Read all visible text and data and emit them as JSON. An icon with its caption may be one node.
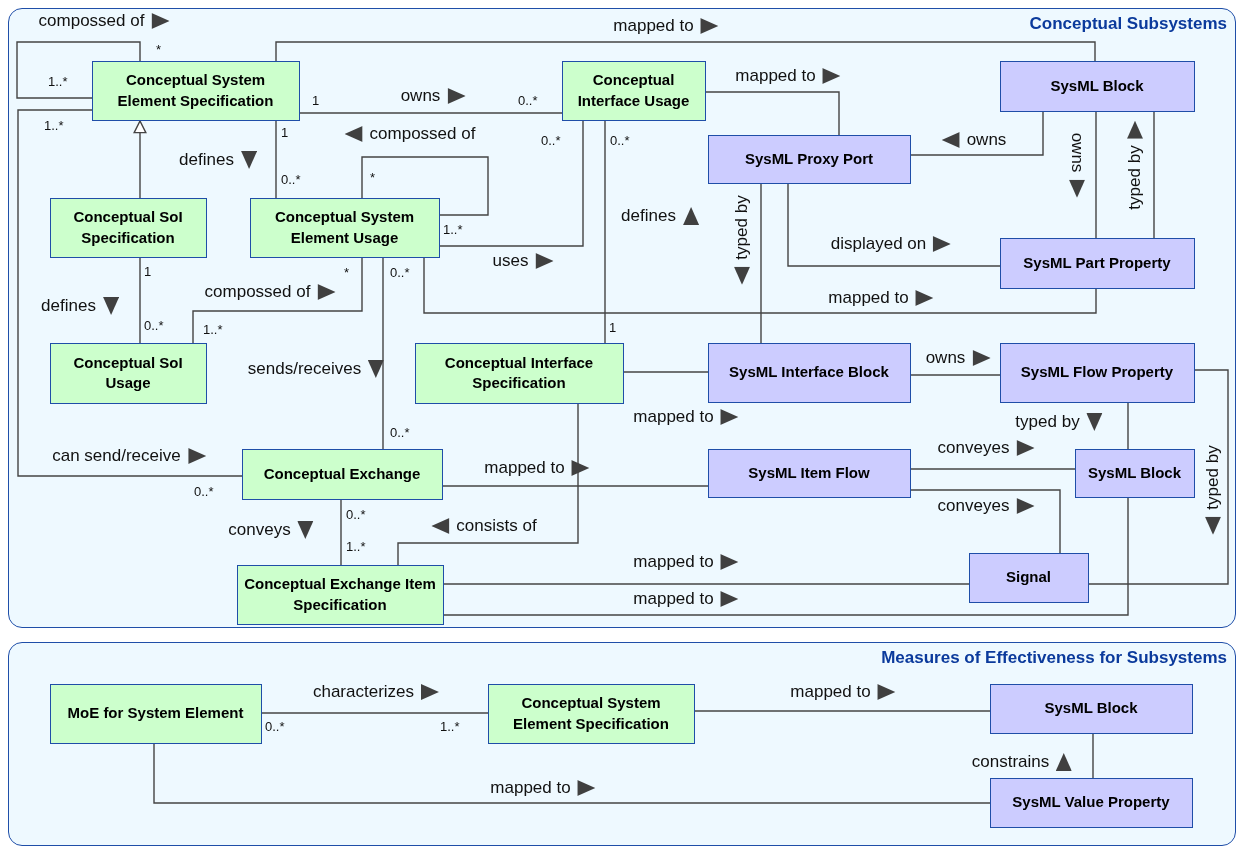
{
  "diagram": {
    "nodes": [
      {
        "text": [
          "Conceptual Subsystems"
        ]
      },
      {
        "text": [
          "Conceptual System Element Specification"
        ],
        "in": 0
      },
      {
        "text": [
          "Conceptual Interface Usage"
        ],
        "in": 0
      },
      {
        "text": [
          "SysML Block"
        ],
        "in": 0
      },
      {
        "text": [
          "SysML Proxy Port"
        ],
        "in": 0
      },
      {
        "text": [
          "Conceptual SoI Specification"
        ],
        "in": 0
      },
      {
        "text": [
          "Conceptual System Element Usage"
        ],
        "in": 0
      },
      {
        "text": [
          "SysML Part Property"
        ],
        "in": 0
      },
      {
        "text": [
          "Conceptual SoI Usage"
        ],
        "in": 0
      },
      {
        "text": [
          "Conceptual Interface Specification"
        ],
        "in": 0
      },
      {
        "text": [
          "SysML Interface Block"
        ],
        "in": 0
      },
      {
        "text": [
          "SysML Flow Property"
        ],
        "in": 0
      },
      {
        "text": [
          "Conceptual Exchange"
        ],
        "in": 0
      },
      {
        "text": [
          "SysML Item Flow"
        ],
        "in": 0
      },
      {
        "text": [
          "SysML Block"
        ],
        "in": 0
      },
      {
        "text": [
          "Signal"
        ],
        "in": 0
      },
      {
        "text": [
          "Conceptual Exchange Item Specification"
        ],
        "in": 0
      },
      {
        "text": [
          "Measures of Effectiveness for Subsystems"
        ]
      },
      {
        "text": [
          "MoE for System Element"
        ],
        "in": 17
      },
      {
        "text": [
          "Conceptual System Element Specification"
        ],
        "in": 17
      },
      {
        "text": [
          "SysML Block"
        ],
        "in": 17
      },
      {
        "text": [
          "SysML Value Property"
        ],
        "in": 17
      }
    ],
    "edges": [
      {
        "from": 1,
        "to": 1,
        "arrow": "none",
        "label": "compossed of"
      },
      {
        "from": 1,
        "to": 3,
        "arrow": "none",
        "label": "mapped to"
      },
      {
        "from": 1,
        "to": 2,
        "arrow": "none",
        "label": "owns"
      },
      {
        "from": 1,
        "to": 6,
        "arrow": "none",
        "label": "defines"
      },
      {
        "from": 5,
        "to": 1,
        "arrow": "to"
      },
      {
        "from": 6,
        "to": 6,
        "arrow": "none",
        "label": "compossed of"
      },
      {
        "from": 6,
        "to": 2,
        "arrow": "none",
        "label": "uses"
      },
      {
        "from": 2,
        "to": 9,
        "arrow": "none",
        "label": "defines"
      },
      {
        "from": 2,
        "to": 4,
        "arrow": "none",
        "label": "mapped to"
      },
      {
        "from": 3,
        "to": 4,
        "arrow": "none",
        "label": "owns"
      },
      {
        "from": 3,
        "to": 7,
        "arrow": "none",
        "label": "owns"
      },
      {
        "from": 7,
        "to": 3,
        "arrow": "none",
        "label": "typed by"
      },
      {
        "from": 4,
        "to": 7,
        "arrow": "none",
        "label": "displayed on"
      },
      {
        "from": 4,
        "to": 10,
        "arrow": "none",
        "label": "typed by"
      },
      {
        "from": 6,
        "to": 7,
        "arrow": "none",
        "label": "mapped to"
      },
      {
        "from": 5,
        "to": 8,
        "arrow": "none",
        "label": "defines"
      },
      {
        "from": 6,
        "to": 8,
        "arrow": "none",
        "label": "compossed of"
      },
      {
        "from": 6,
        "to": 12,
        "arrow": "none",
        "label": "sends/receives"
      },
      {
        "from": 1,
        "to": 12,
        "arrow": "none",
        "label": "can send/receive"
      },
      {
        "from": 9,
        "to": 10,
        "arrow": "none",
        "label": "mapped to"
      },
      {
        "from": 10,
        "to": 11,
        "arrow": "none",
        "label": "owns"
      },
      {
        "from": 11,
        "to": 14,
        "arrow": "none",
        "label": "typed by"
      },
      {
        "from": 13,
        "to": 14,
        "arrow": "none",
        "label": "conveyes"
      },
      {
        "from": 13,
        "to": 15,
        "arrow": "none",
        "label": "conveyes"
      },
      {
        "from": 12,
        "to": 13,
        "arrow": "none",
        "label": "mapped to"
      },
      {
        "from": 12,
        "to": 16,
        "arrow": "none",
        "label": "conveys"
      },
      {
        "from": 9,
        "to": 16,
        "arrow": "none",
        "label": "consists of"
      },
      {
        "from": 16,
        "to": 15,
        "arrow": "none",
        "label": "mapped to"
      },
      {
        "from": 16,
        "to": 14,
        "arrow": "none",
        "label": "mapped to"
      },
      {
        "from": 11,
        "to": 15,
        "arrow": "none",
        "label": "typed by"
      },
      {
        "from": 18,
        "to": 19,
        "arrow": "none",
        "label": "characterizes"
      },
      {
        "from": 19,
        "to": 20,
        "arrow": "none",
        "label": "mapped to"
      },
      {
        "from": 21,
        "to": 20,
        "arrow": "none",
        "label": "constrains"
      },
      {
        "from": 18,
        "to": 21,
        "arrow": "none",
        "label": "mapped to"
      }
    ],
    "labels": [
      "*",
      "1..*",
      "1",
      "0..*",
      "1..*",
      "1",
      "0..*",
      "0..*",
      "*",
      "0..*",
      "1..*",
      "1",
      "*",
      "0..*",
      "0..*",
      "1..*",
      "1",
      "0..*",
      "0..*",
      "0..*",
      "1..*",
      "0..*",
      "1..*"
    ]
  }
}
